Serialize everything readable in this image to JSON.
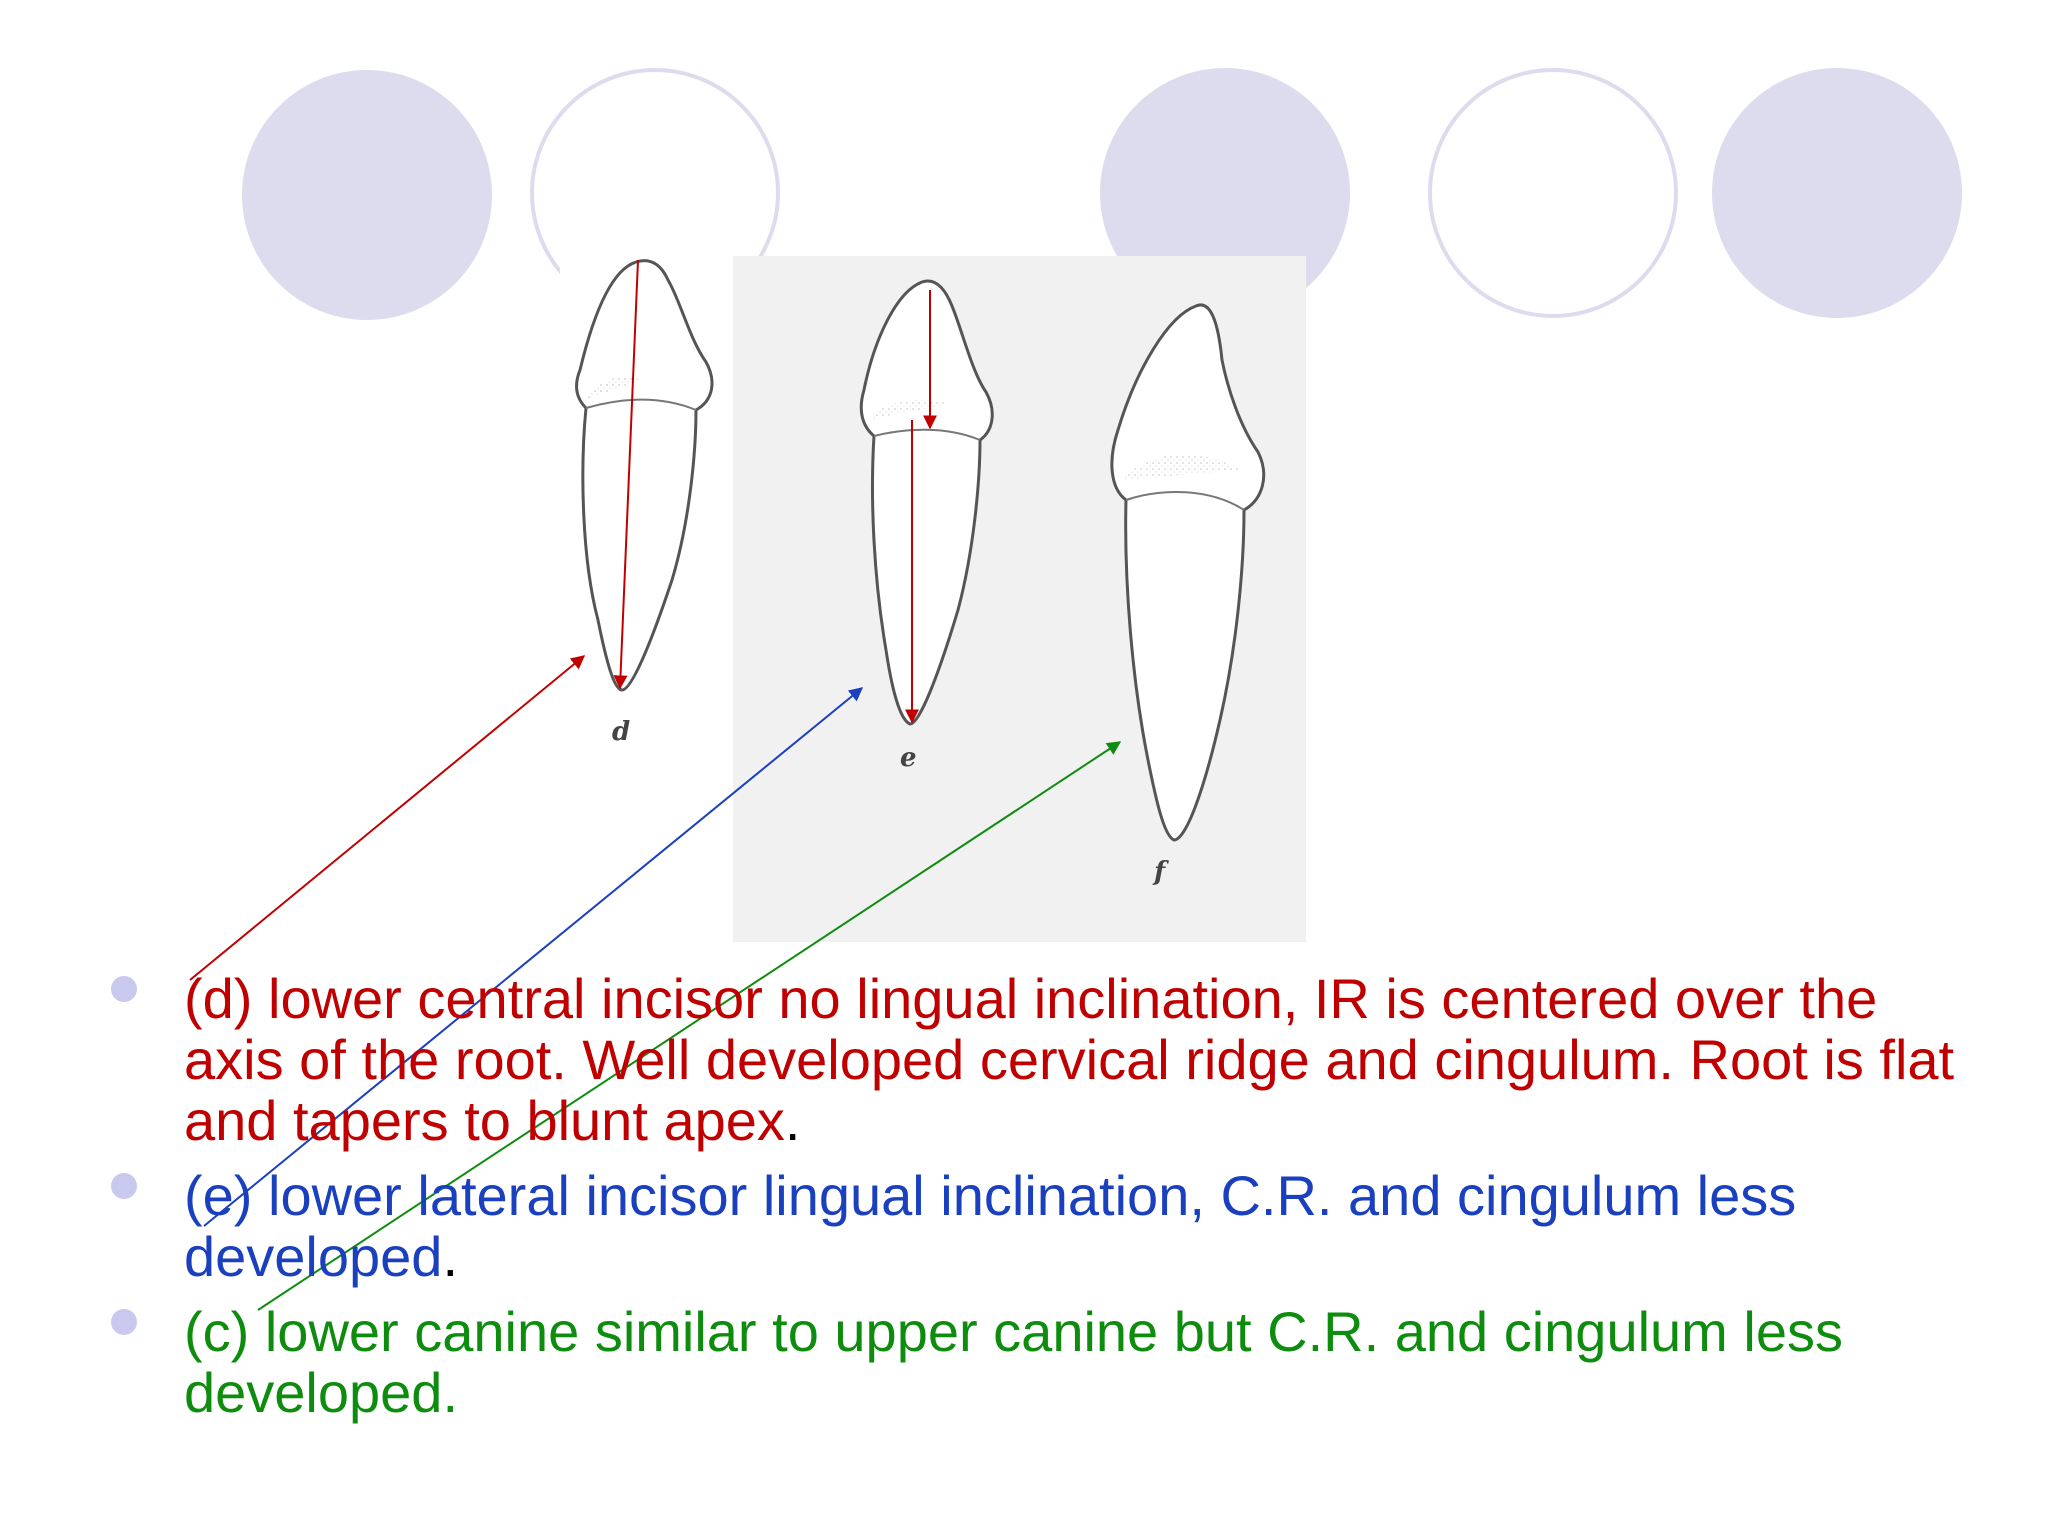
{
  "figure": {
    "labels": {
      "d": "d",
      "e": "e",
      "f": "f"
    }
  },
  "bullets": [
    {
      "text": "(d) lower central incisor no lingual inclination, IR is centered over the axis of the root. Well developed cervical ridge and cingulum. Root is flat and tapers to blunt apex",
      "suffix": ".",
      "color": "#c00000"
    },
    {
      "text": "(e) lower lateral incisor lingual inclination, C.R. and cingulum less developed",
      "suffix": ".",
      "color": "#1a3fbf"
    },
    {
      "text": "(c) lower canine similar to upper canine but C.R. and cingulum less developed.",
      "suffix": "",
      "color": "#0e8c0e"
    }
  ],
  "colors": {
    "decor": "#dcdcee",
    "arrow_d": "#c00000",
    "arrow_e": "#1a3fbf",
    "arrow_f": "#0e8c0e"
  }
}
